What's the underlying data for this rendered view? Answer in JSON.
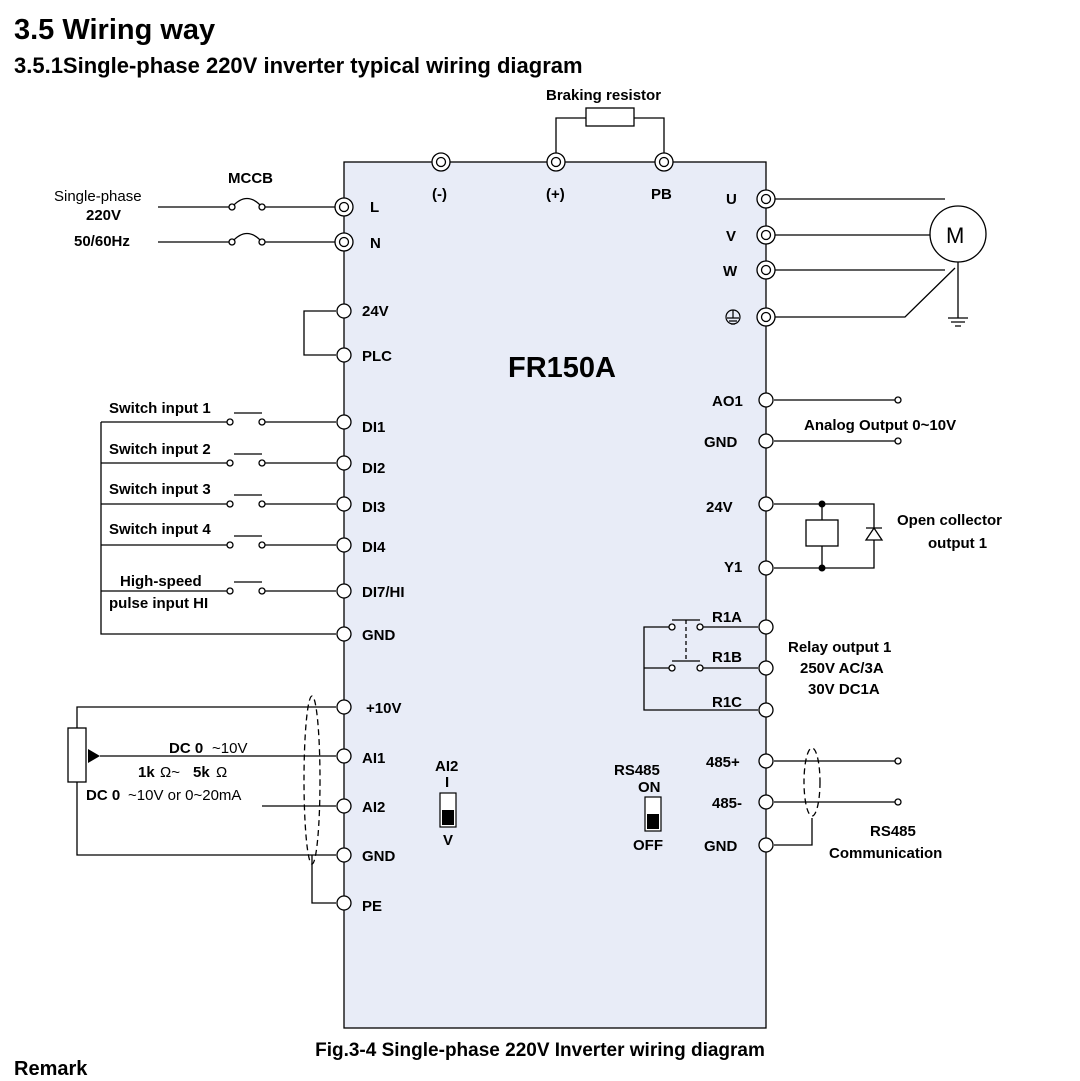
{
  "section_title": "3.5 Wiring way",
  "subsection_title": "3.5.1Single-phase 220V inverter typical wiring diagram",
  "caption": "Fig.3-4 Single-phase 220V Inverter wiring diagram",
  "cutoff_text": "Remark",
  "inverter_model": "FR150A",
  "braking_resistor": "Braking resistor",
  "mccb": "MCCB",
  "supply": {
    "line1": "Single-phase",
    "line2": "220V",
    "line3": "50/60Hz"
  },
  "dc_terminals": {
    "minus": "(-)",
    "plus": "(+)",
    "pb": "PB"
  },
  "left_terminals": {
    "L": "L",
    "N": "N",
    "v24": "24V",
    "plc": "PLC",
    "di1": "DI1",
    "di2": "DI2",
    "di3": "DI3",
    "di4": "DI4",
    "di7": "DI7/HI",
    "gnd1": "GND",
    "v10": "+10V",
    "ai1": "AI1",
    "ai2": "AI2",
    "gnd2": "GND",
    "pe": "PE"
  },
  "switch_inputs": {
    "s1": "Switch input 1",
    "s2": "Switch input 2",
    "s3": "Switch input 3",
    "s4": "Switch input 4",
    "hs1": "High-speed",
    "hs2": "pulse input HI"
  },
  "analog_in": {
    "dc10v_a": "DC 0",
    "dc10v_b": "~10V",
    "ohm_a": "1k",
    "ohm_b": "Ω~",
    "ohm_c": "5k",
    "ohm_d": "Ω",
    "dc_range_a": "DC 0",
    "dc_range_b": "~10V or 0~20mA"
  },
  "right_terminals": {
    "U": "U",
    "V": "V",
    "W": "W",
    "ground_symbol": "⏚",
    "ao1": "AO1",
    "gnd_ao": "GND",
    "v24r": "24V",
    "y1": "Y1",
    "r1a": "R1A",
    "r1b": "R1B",
    "r1c": "R1C",
    "p485": "485+",
    "m485": "485-",
    "gnd485": "GND"
  },
  "motor": "M",
  "outputs": {
    "analog_out": "Analog Output 0~10V",
    "oc1": "Open collector",
    "oc2": "output 1",
    "relay1": "Relay output 1",
    "relay2": "250V AC/3A",
    "relay3": "30V DC1A",
    "rs485_1": "RS485",
    "rs485_2": "Communication"
  },
  "dip": {
    "ai2_label": "AI2",
    "ai2_i": "I",
    "ai2_v": "V",
    "rs485_label": "RS485",
    "on": "ON",
    "off": "OFF"
  },
  "colors": {
    "inverter_fill": "#e8ecf7",
    "line": "#000000"
  }
}
